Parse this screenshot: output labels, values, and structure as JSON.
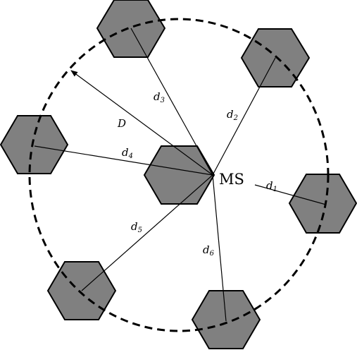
{
  "diagram": {
    "fill_color": "#808080",
    "stroke_color": "#000000",
    "mobile_station_label": "MS",
    "radius_label": "D",
    "distance_labels": [
      {
        "main": "d",
        "sub": "1"
      },
      {
        "main": "d",
        "sub": "2"
      },
      {
        "main": "d",
        "sub": "3"
      },
      {
        "main": "d",
        "sub": "4"
      },
      {
        "main": "d",
        "sub": "5"
      },
      {
        "main": "d",
        "sub": "6"
      }
    ]
  }
}
